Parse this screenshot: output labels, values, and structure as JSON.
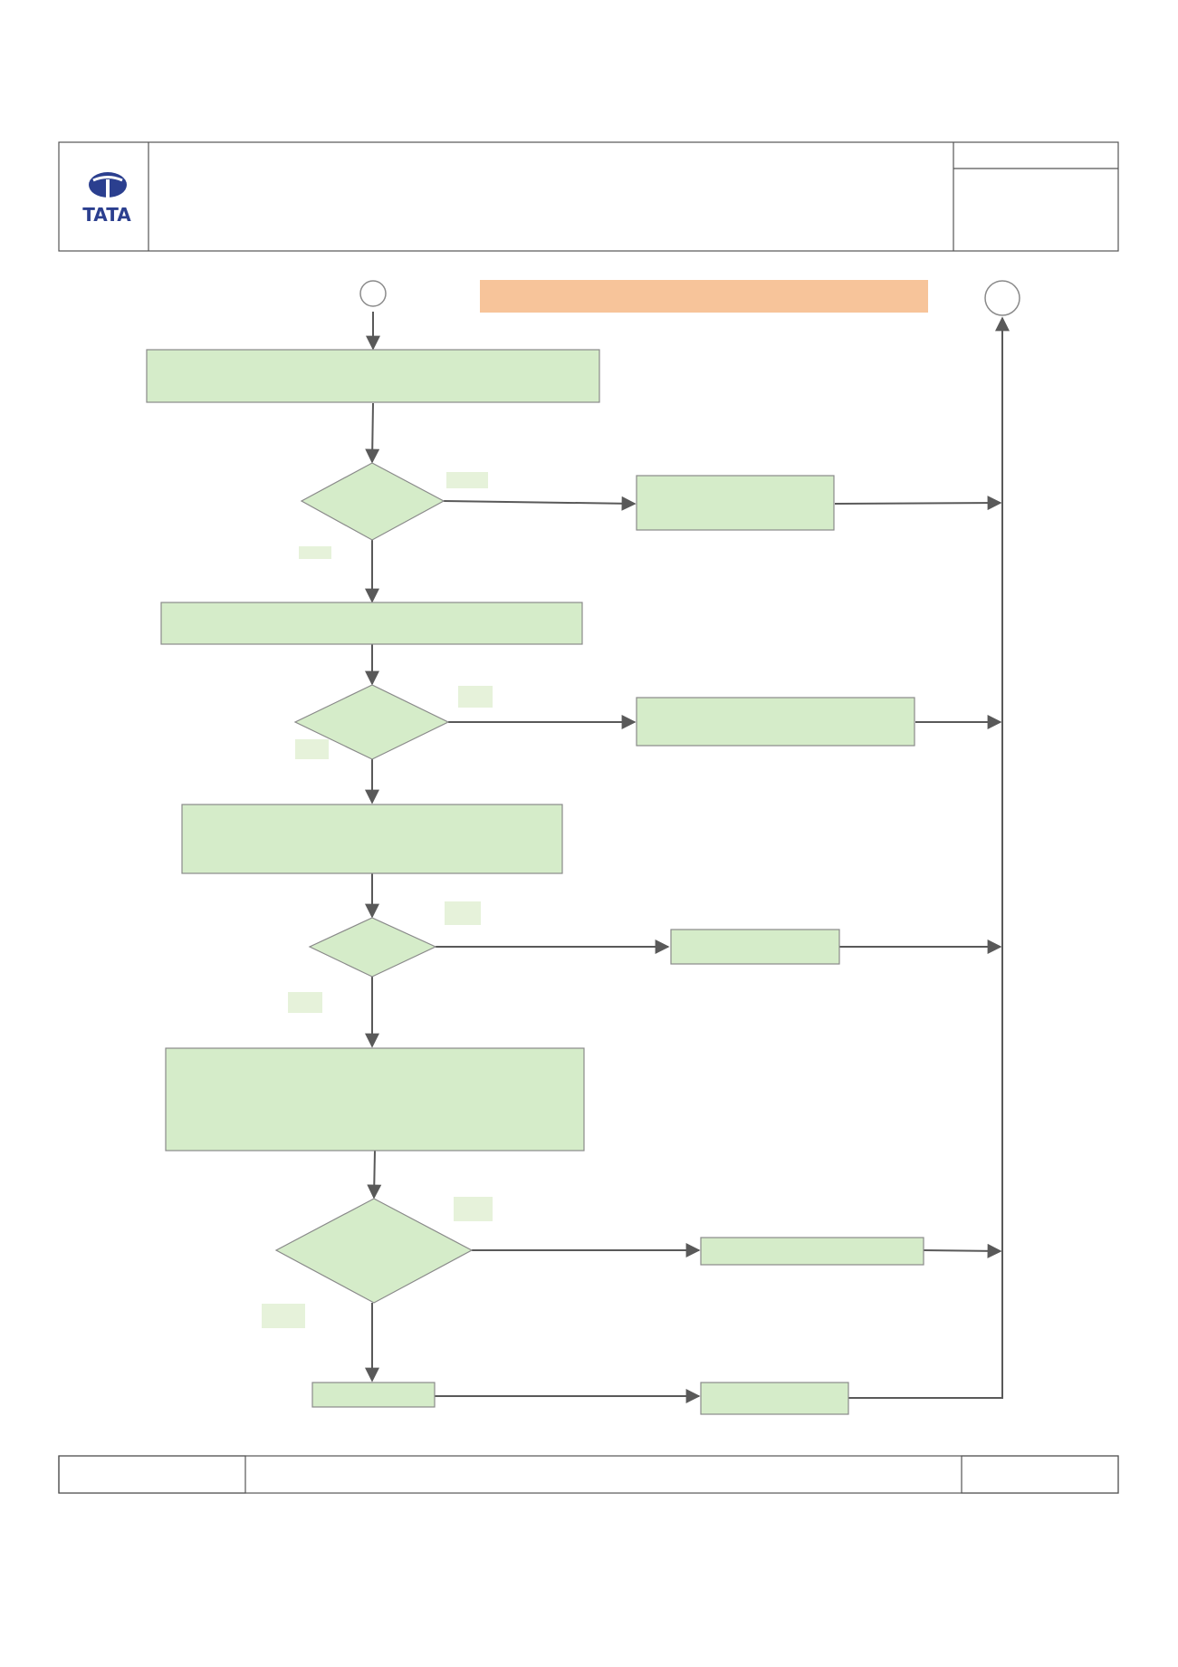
{
  "header": {
    "logo_text": "TATA",
    "title": "",
    "doc_field_top": "",
    "doc_field_bottom": ""
  },
  "flowchart": {
    "banner_text": "",
    "colors": {
      "box_fill": "#d5ecc9",
      "box_stroke": "#8a8a8a",
      "label_fill": "#e6f2da",
      "banner_fill": "#f7c49a",
      "connector": "#595959",
      "logo_blue": "#2b3f8f"
    },
    "process_boxes": [
      {
        "id": "step-1",
        "text": ""
      },
      {
        "id": "outcome-1",
        "text": ""
      },
      {
        "id": "step-2",
        "text": ""
      },
      {
        "id": "outcome-2",
        "text": ""
      },
      {
        "id": "step-3",
        "text": ""
      },
      {
        "id": "outcome-3",
        "text": ""
      },
      {
        "id": "step-4",
        "text": ""
      },
      {
        "id": "outcome-4",
        "text": ""
      },
      {
        "id": "step-5",
        "text": ""
      },
      {
        "id": "outcome-5",
        "text": ""
      }
    ],
    "decisions": [
      {
        "id": "decision-1",
        "text": "",
        "branch_right": "",
        "branch_down": ""
      },
      {
        "id": "decision-2",
        "text": "",
        "branch_right": "",
        "branch_down": ""
      },
      {
        "id": "decision-3",
        "text": "",
        "branch_right": "",
        "branch_down": ""
      },
      {
        "id": "decision-4",
        "text": "",
        "branch_right": "",
        "branch_down": ""
      }
    ]
  },
  "footer": {
    "left_cell": "",
    "right_cell": ""
  }
}
